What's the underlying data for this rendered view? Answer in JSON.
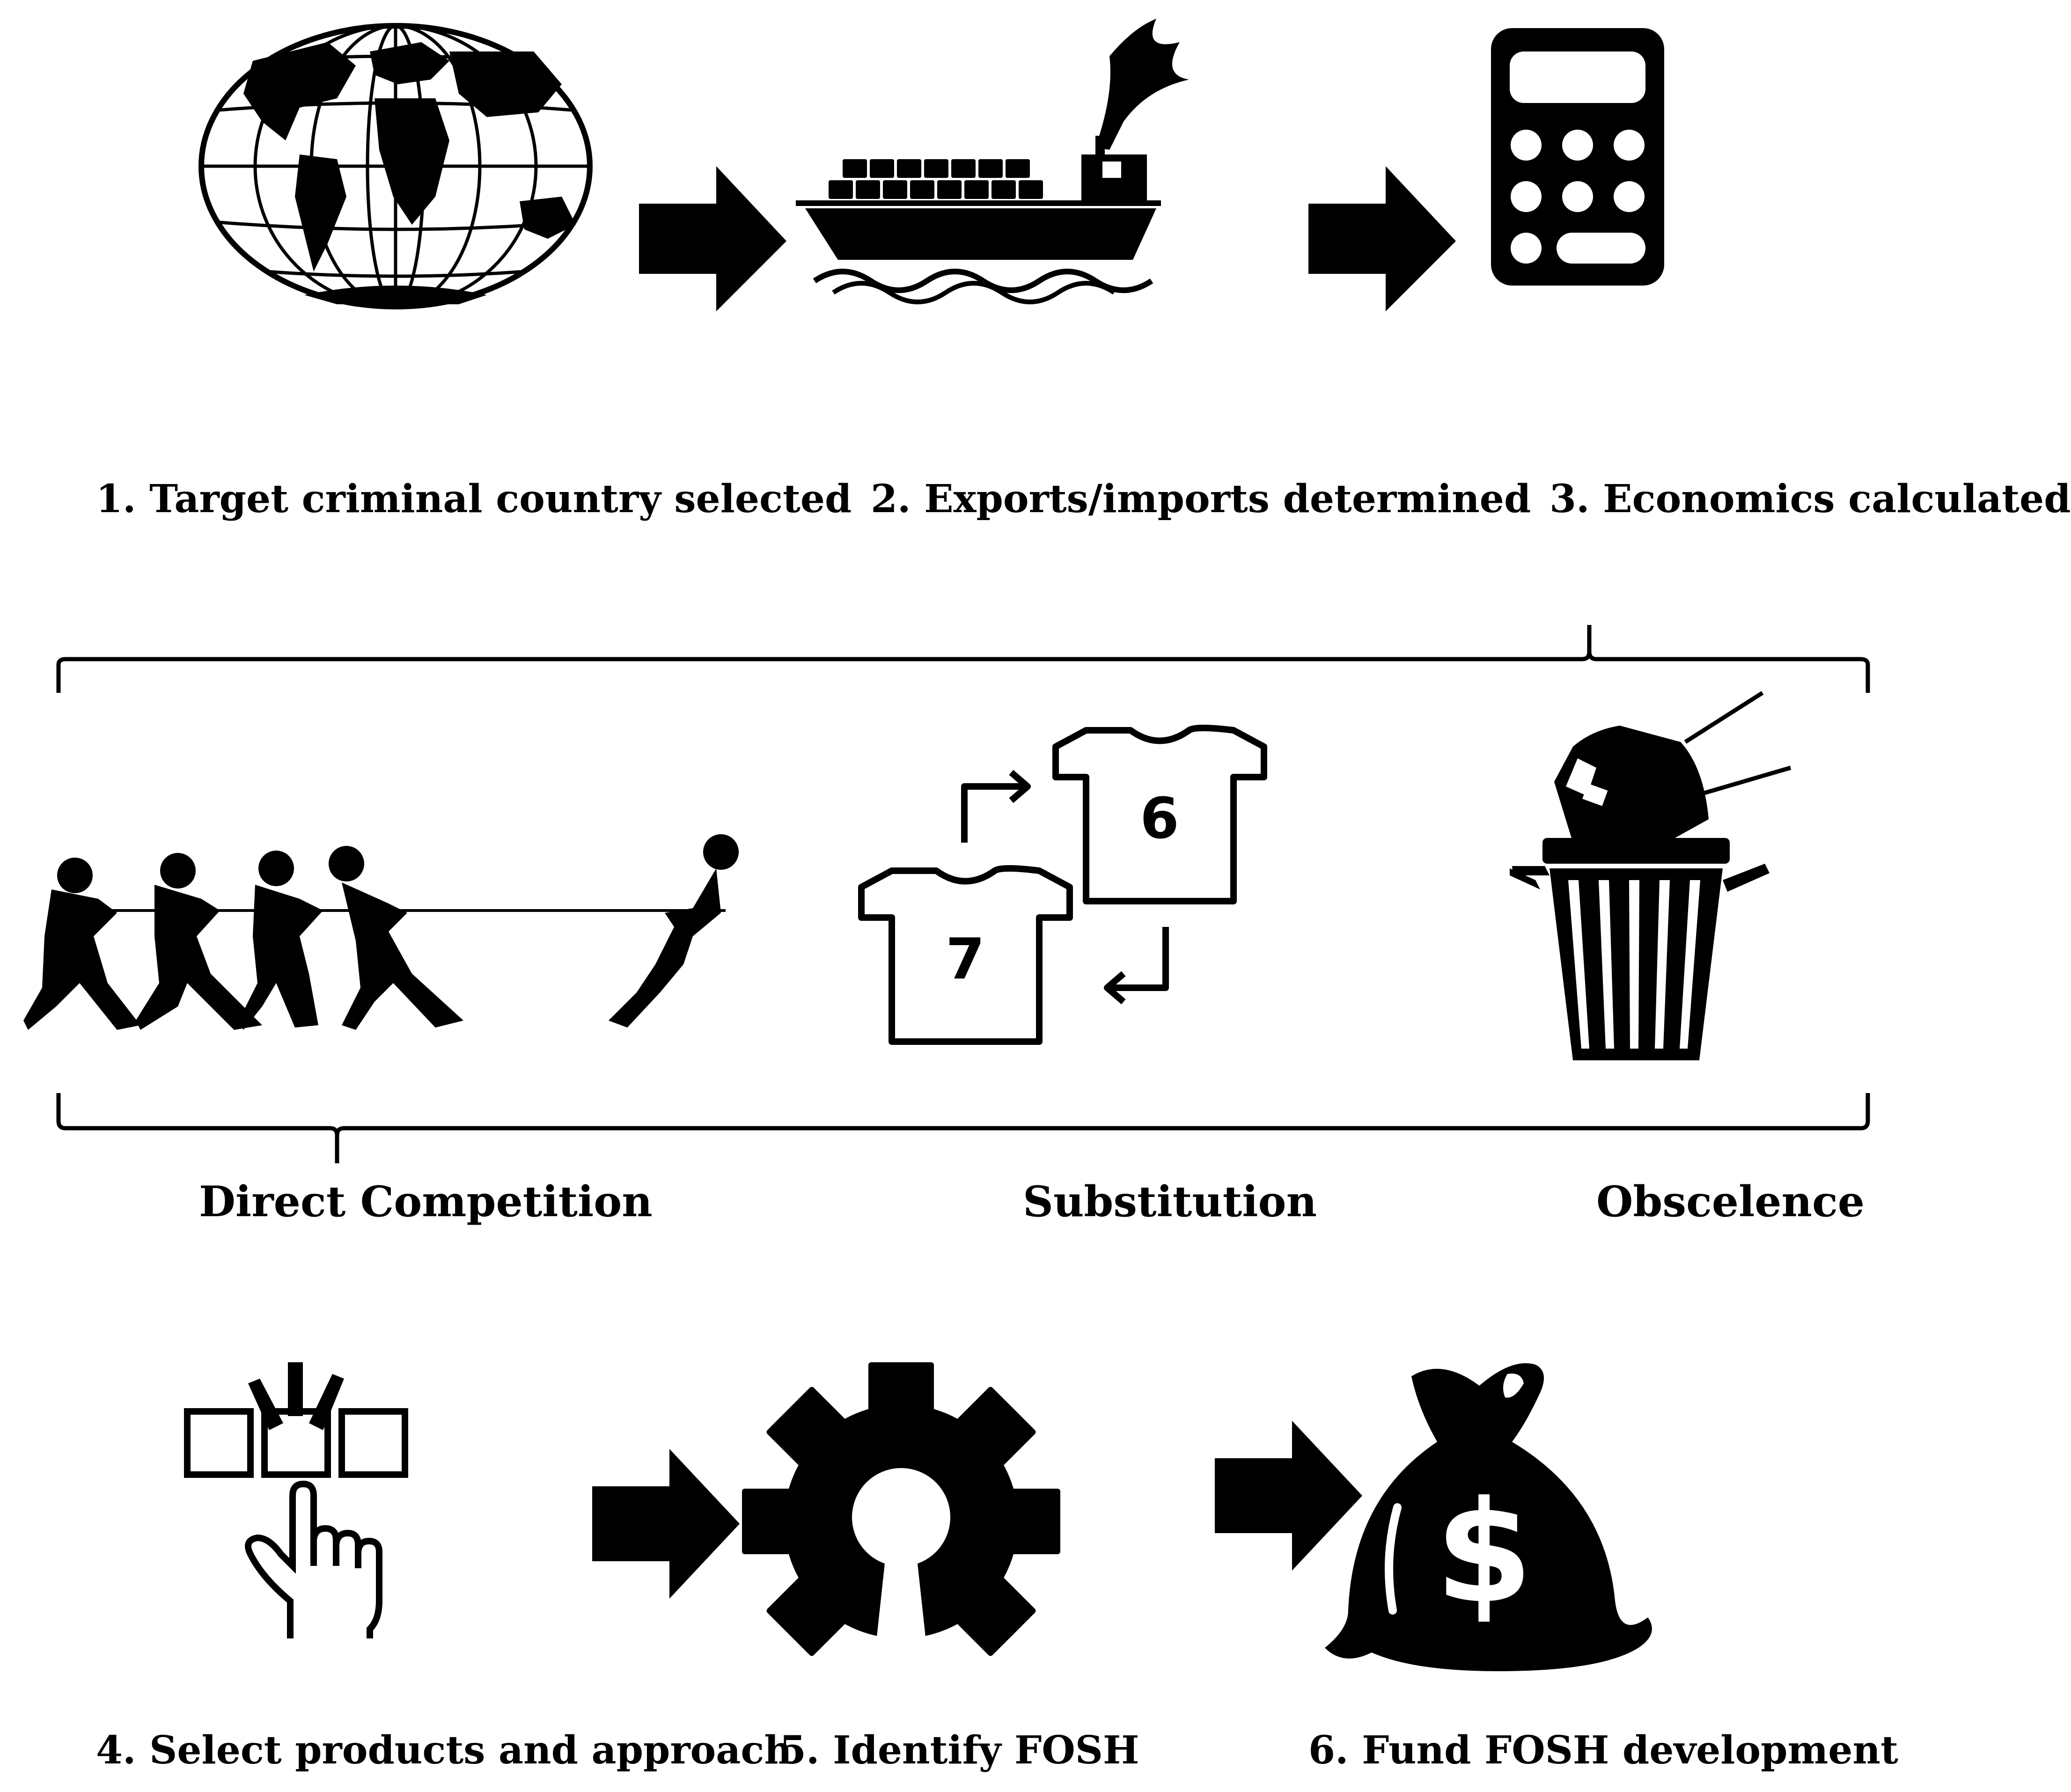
{
  "steps": {
    "s1": "1. Target criminal country selected",
    "s2": "2. Exports/imports determined",
    "s3": "3. Economics calculated",
    "s4": "4. Select products and approach",
    "s5": "5. Identify FOSH",
    "s6": "6. Fund FOSH development"
  },
  "strategies": {
    "direct": "Direct Competition",
    "substitution": "Substitution",
    "obsolescence": "Obscelence"
  },
  "shirts": {
    "front": "7",
    "back": "6"
  },
  "money_symbol": "$",
  "icons": [
    "globe-icon",
    "cargo-ship-icon",
    "calculator-icon",
    "tug-of-war-icon",
    "shirt-swap-icon",
    "trash-can-tv-icon",
    "selection-hand-icon",
    "open-source-gear-icon",
    "money-bag-icon"
  ],
  "colors": {
    "ink": "#000000",
    "paper": "#ffffff"
  }
}
